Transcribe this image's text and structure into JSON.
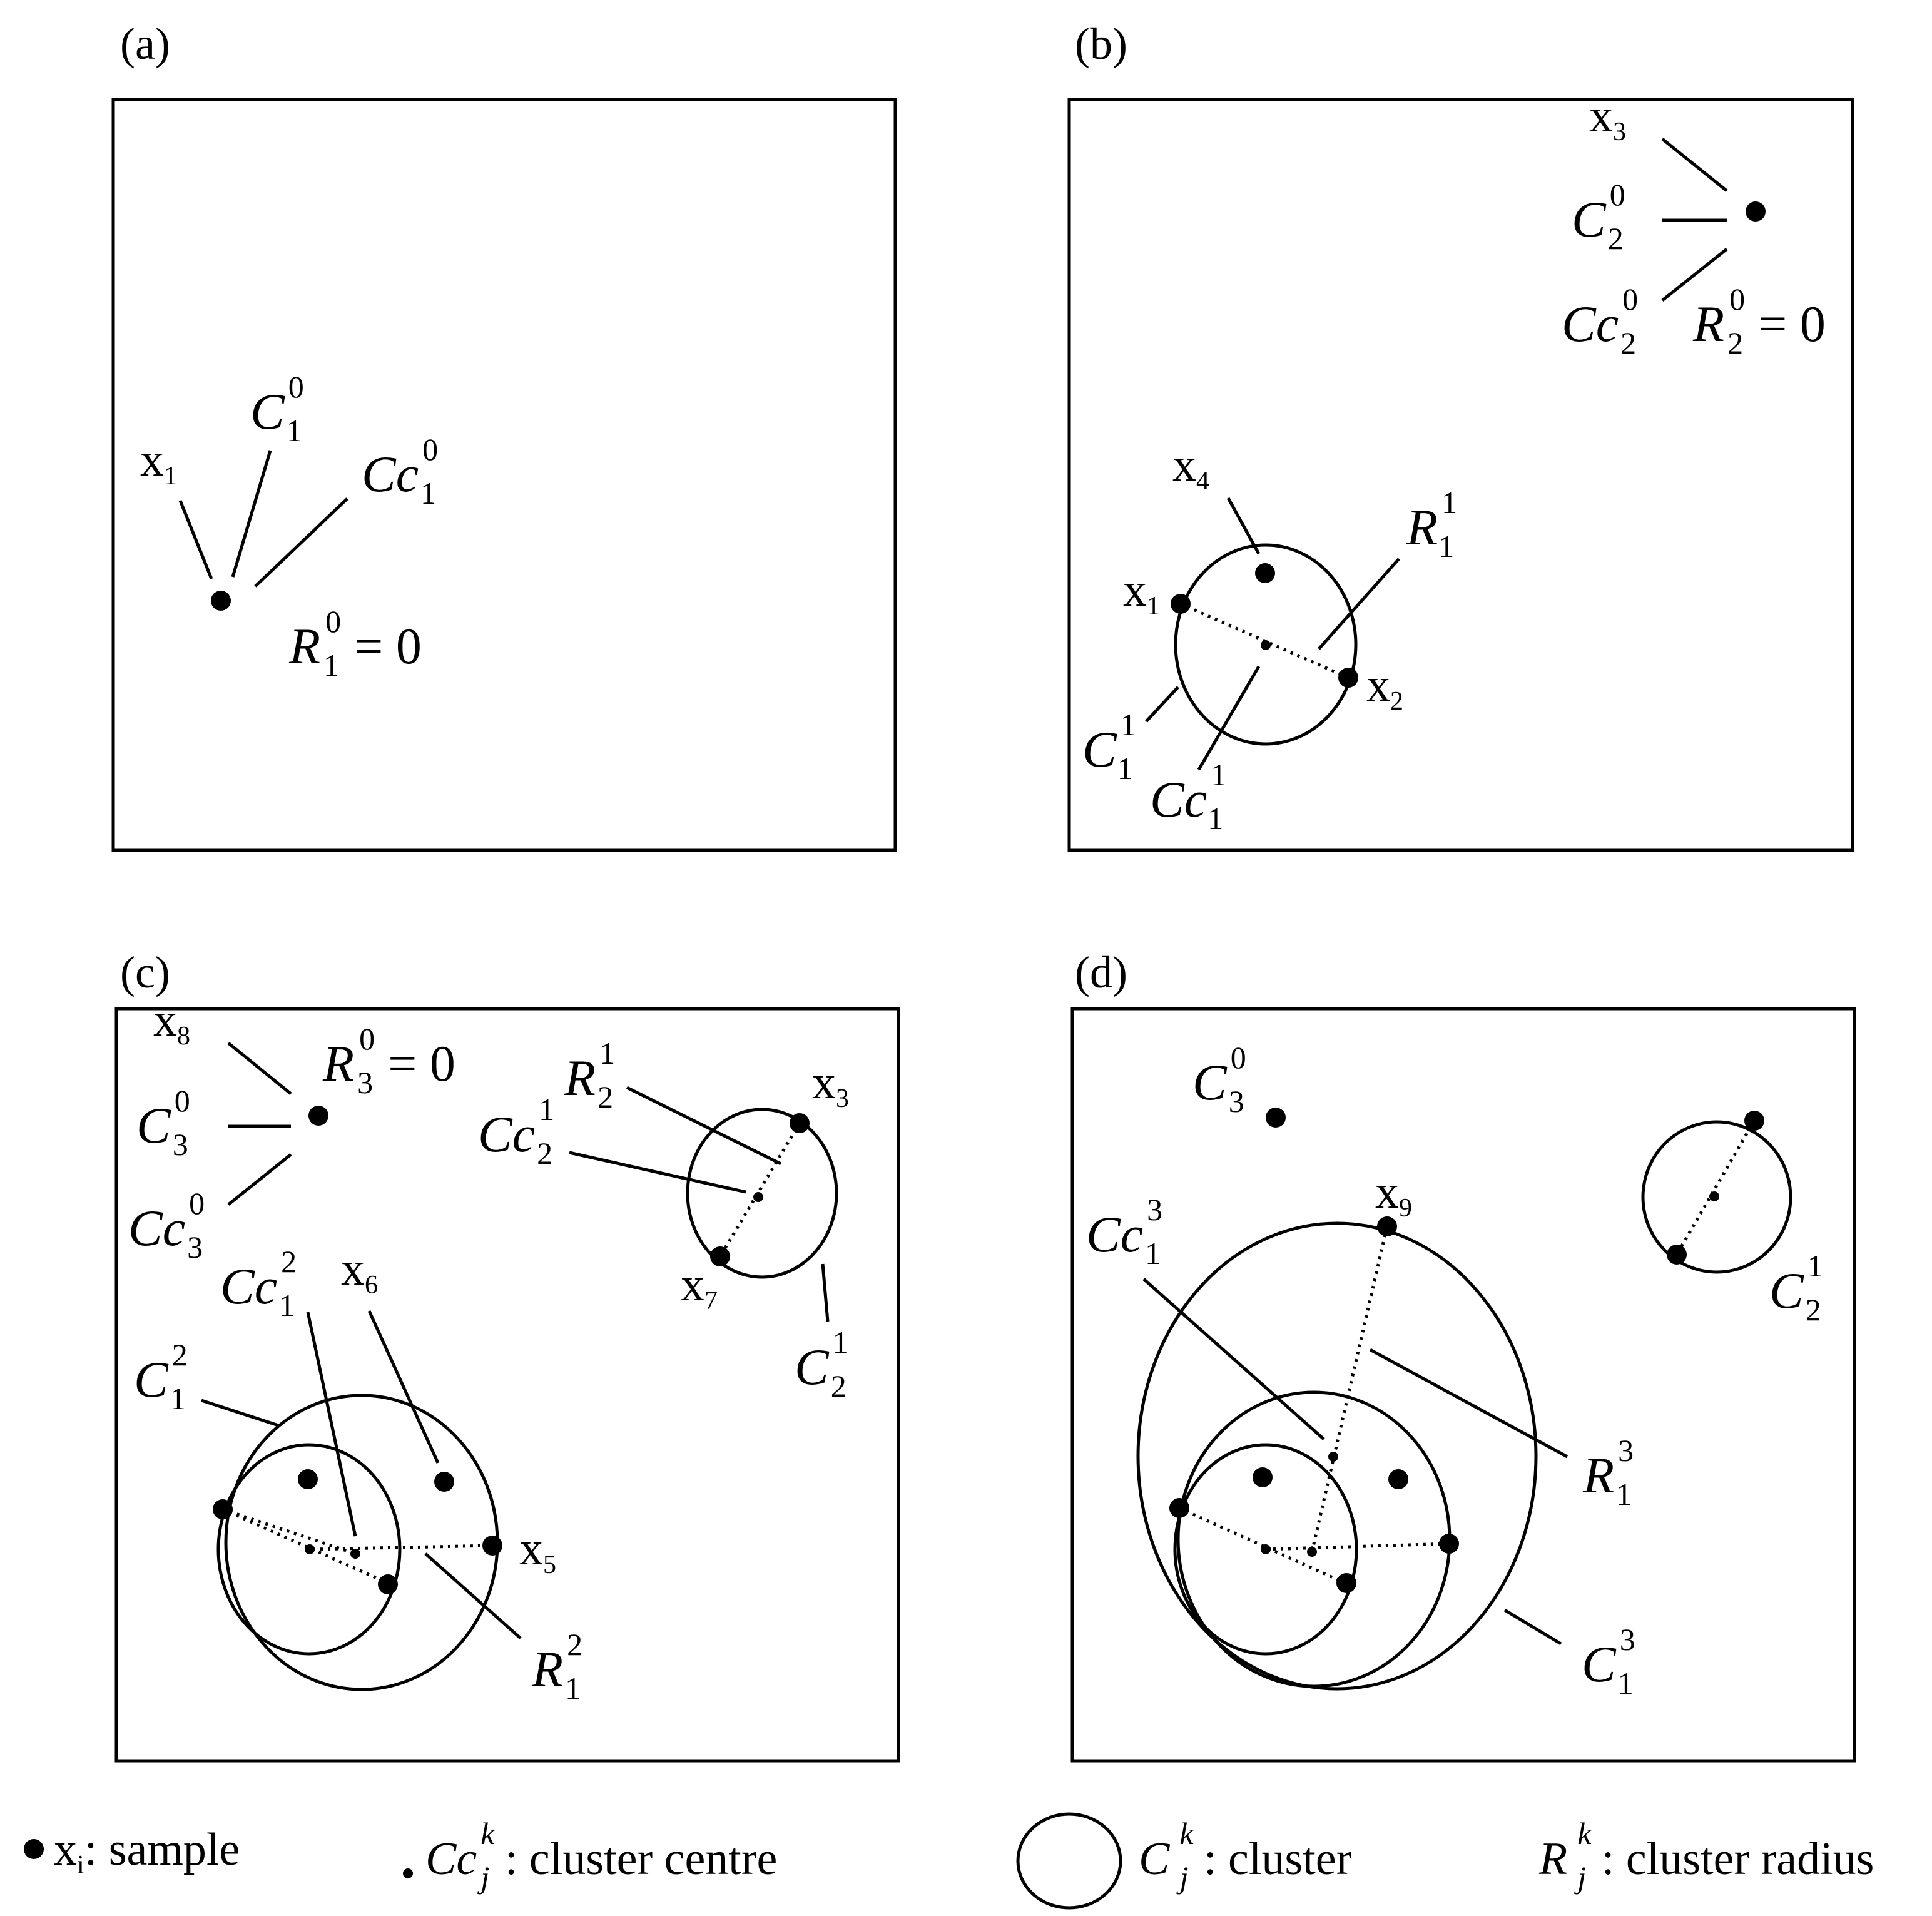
{
  "panels": {
    "a": {
      "label": "(a)"
    },
    "b": {
      "label": "(b)"
    },
    "c": {
      "label": "(c)"
    },
    "d": {
      "label": "(d)"
    }
  },
  "symbols": {
    "x": "x",
    "C": "C",
    "Cc": "Cc",
    "R": "R",
    "eq_zero": "= 0",
    "idx": {
      "i": "i",
      "j": "j",
      "k": "k",
      "0": "0",
      "1": "1",
      "2": "2",
      "3": "3",
      "4": "4",
      "5": "5",
      "6": "6",
      "7": "7",
      "8": "8",
      "9": "9"
    }
  },
  "legend": {
    "sample_text": ": sample",
    "centre_text": " : cluster centre",
    "cluster_text": " : cluster",
    "radius_text": " : cluster radius"
  }
}
